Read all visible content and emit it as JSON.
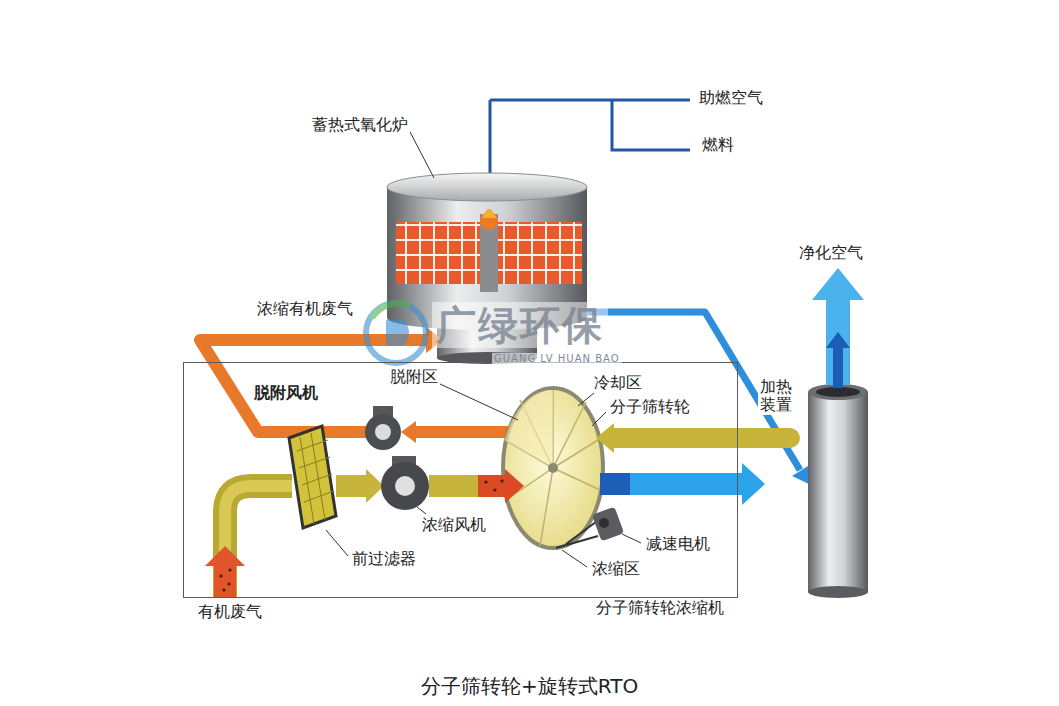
{
  "diagram": {
    "caption": "分子筛转轮+旋转式RTO",
    "nodes": [
      {
        "text": [
          "分子筛转轮浓缩机"
        ]
      }
    ],
    "labels": [
      "蓄热式氧化炉",
      "助燃空气",
      "燃料",
      "浓缩有机废气",
      "净化空气",
      "脱附风机",
      "脱附区",
      "冷却区",
      "分子筛转轮",
      "加热装置",
      "浓缩风机",
      "前过滤器",
      "减速电机",
      "浓缩区",
      "有机废气",
      "广绿环保",
      "GUANG LV HUAN BAO"
    ]
  }
}
